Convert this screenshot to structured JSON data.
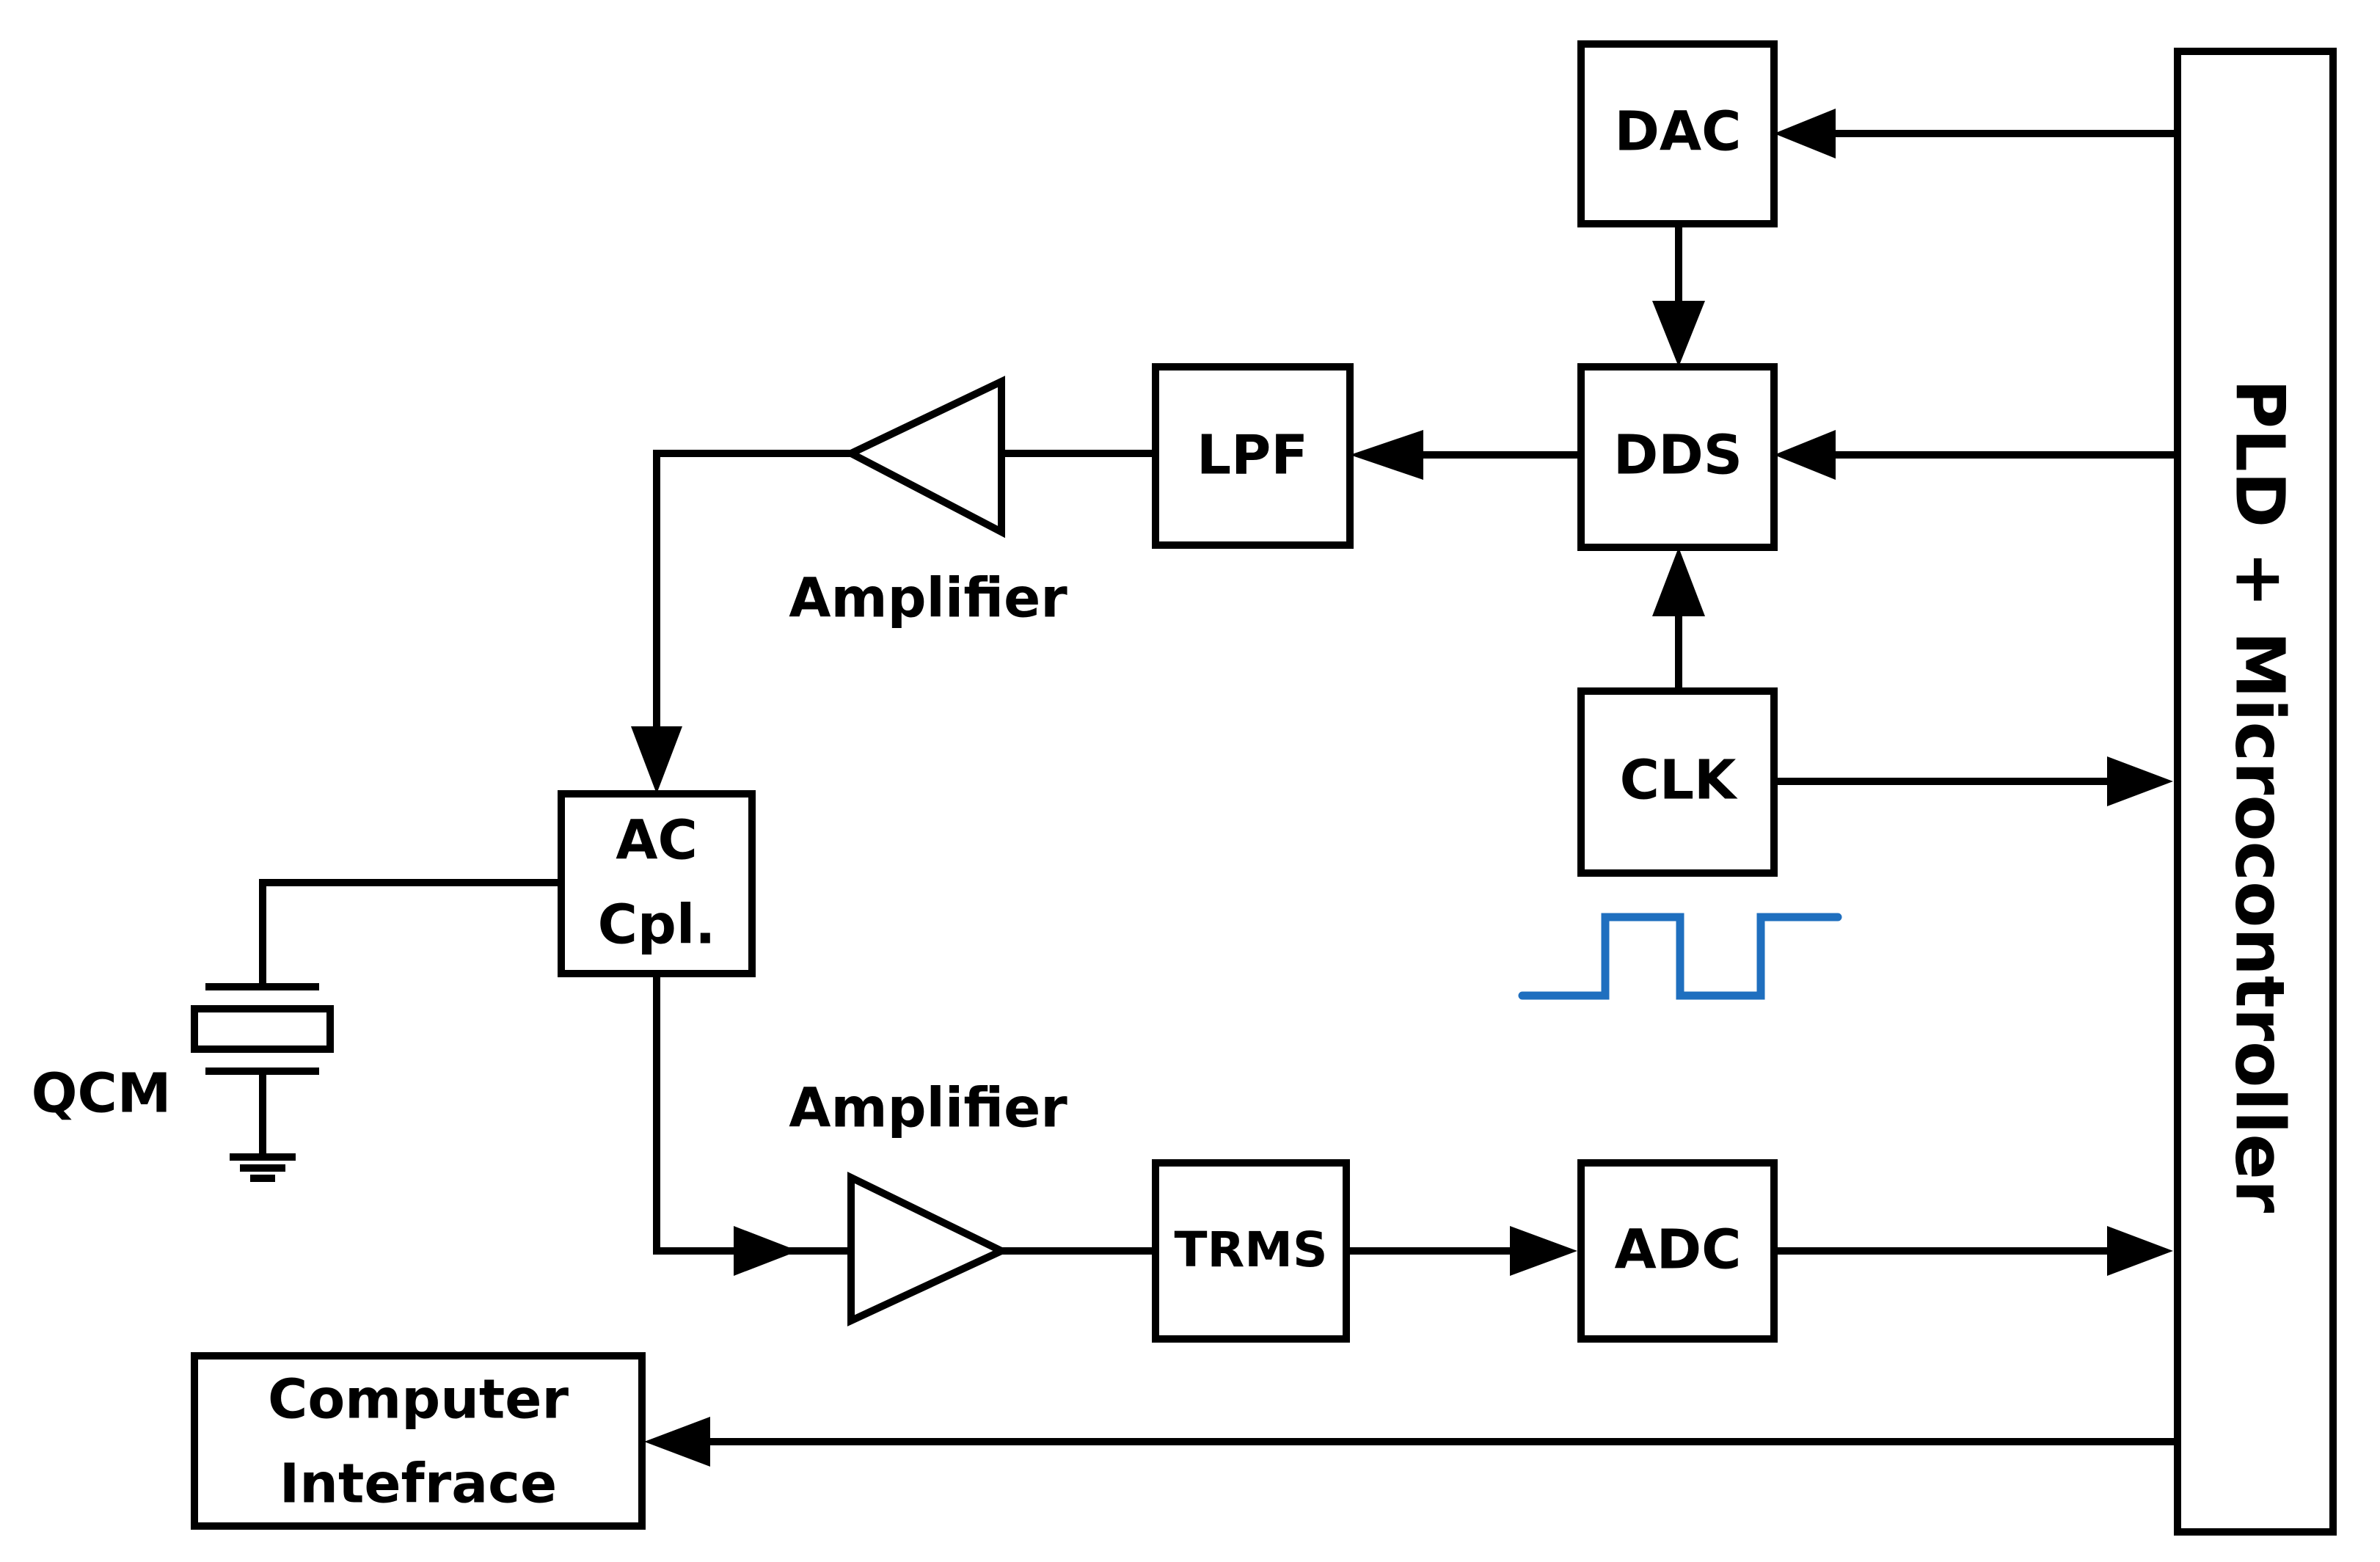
{
  "blocks": {
    "dac": "DAC",
    "dds": "DDS",
    "lpf": "LPF",
    "clk": "CLK",
    "ac_coupler_line1": "AC",
    "ac_coupler_line2": "Cpl.",
    "trms": "TRMS",
    "adc": "ADC",
    "computer_interface_line1": "Computer",
    "computer_interface_line2": "Intefrace",
    "controller": "PLD + Microcontroller"
  },
  "labels": {
    "amplifier_top": "Amplifier",
    "amplifier_bottom": "Amplifier",
    "qcm": "QCM"
  },
  "colors": {
    "lines": "#000000",
    "clock_waveform": "#1f6fbf"
  }
}
